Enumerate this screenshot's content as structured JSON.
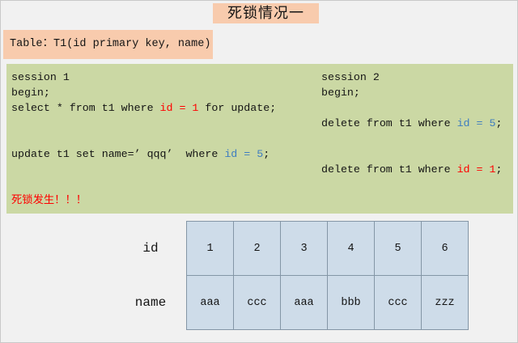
{
  "colors": {
    "page_bg": "#F1F1F1",
    "page_border": "#C9C9C9",
    "peach": "#F8CBAD",
    "green": "#CBD8A4",
    "text": "#141414",
    "k": "#141414",
    "r": "#FF0000",
    "b": "#3E7DC0",
    "cell_bg": "#CEDCE9",
    "cell_border": "#8496A6"
  },
  "title": {
    "text": "死锁情况一"
  },
  "table_label": {
    "text": "Table：T1(id primary key, name)"
  },
  "sessions": {
    "left": {
      "lines": [
        [
          {
            "t": "session 1",
            "c": "k"
          }
        ],
        [
          {
            "t": "begin;",
            "c": "k"
          }
        ],
        [
          {
            "t": "select * from t1 where ",
            "c": "k"
          },
          {
            "t": "id = 1",
            "c": "r"
          },
          {
            "t": " for update;",
            "c": "k"
          }
        ],
        [],
        [],
        [
          {
            "t": "update t1 set name=’ qqq’  where ",
            "c": "k"
          },
          {
            "t": "id = 5",
            "c": "b"
          },
          {
            "t": ";",
            "c": "k"
          }
        ],
        [],
        [],
        [
          {
            "t": "死锁发生！！！",
            "c": "r"
          }
        ]
      ]
    },
    "right": {
      "lines": [
        [
          {
            "t": "session 2",
            "c": "k"
          }
        ],
        [
          {
            "t": "begin;",
            "c": "k"
          }
        ],
        [],
        [
          {
            "t": "delete from t1 where ",
            "c": "k"
          },
          {
            "t": "id = 5",
            "c": "b"
          },
          {
            "t": ";",
            "c": "k"
          }
        ],
        [],
        [],
        [
          {
            "t": "delete from t1 where ",
            "c": "k"
          },
          {
            "t": "id = 1",
            "c": "r"
          },
          {
            "t": ";",
            "c": "k"
          }
        ]
      ]
    }
  },
  "bottom_table": {
    "row_labels": [
      "id",
      "name"
    ],
    "rows": [
      [
        "1",
        "2",
        "3",
        "4",
        "5",
        "6"
      ],
      [
        "aaa",
        "ccc",
        "aaa",
        "bbb",
        "ccc",
        "zzz"
      ]
    ]
  }
}
